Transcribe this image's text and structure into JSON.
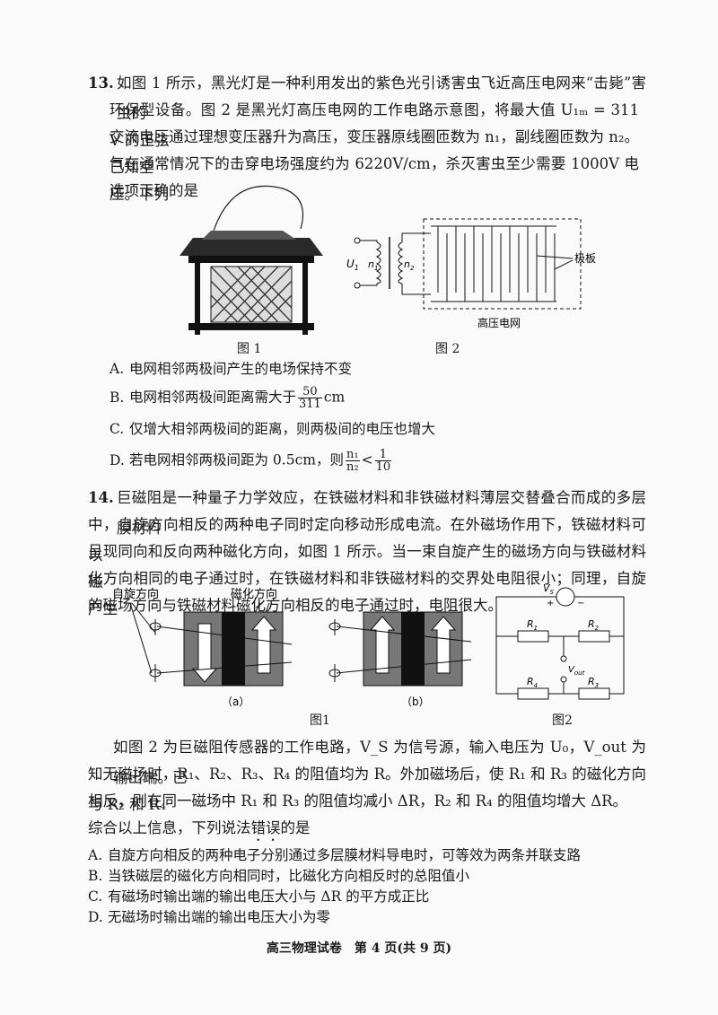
{
  "q13": {
    "number": "13.",
    "lines": [
      "如图 1 所示，黑光灯是一种利用发出的紫色光引诱害虫飞近高压电网来“击毙”害虫的",
      "环保型设备。图 2 是黑光灯高压电网的工作电路示意图，将最大值 U₁ₘ = 311 V 的正弦",
      "交流电压通过理想变压器升为高压，变压器原线圈匝数为 n₁，副线圈匝数为 n₂。已知空",
      "气在通常情况下的击穿电场强度约为 6220V/cm，杀灭害虫至少需要 1000V 电压。下列",
      "选项正确的是"
    ],
    "fig1_caption": "图 1",
    "fig2_caption": "图 2",
    "fig2_labels": {
      "u": "U",
      "u_sub": "1",
      "n1": "n",
      "n1_sub": "1",
      "n2": "n",
      "n2_sub": "2",
      "plate": "极板",
      "grid": "高压电网"
    },
    "options": {
      "A": {
        "key": "A.",
        "text": "电网相邻两极间产生的电场保持不变"
      },
      "B": {
        "key": "B.",
        "text": "电网相邻两极间距离需大于",
        "num": "50",
        "den": "311",
        "unit": "cm"
      },
      "C": {
        "key": "C.",
        "text": "仅增大相邻两极间的距离，则两极间的电压也增大"
      },
      "D": {
        "key": "D.",
        "text": "若电网相邻两极间距为 0.5cm，则",
        "num1": "n₁",
        "den1": "n₂",
        "rel": "<",
        "num2": "1",
        "den2": "10"
      }
    }
  },
  "q14": {
    "number": "14.",
    "lines": [
      "巨磁阻是一种量子力学效应，在铁磁材料和非铁磁材料薄层交替叠合而成的多层膜材料",
      "中，自旋方向相反的两种电子同时定向移动形成电流。在外磁场作用下，铁磁材料可以",
      "呈现同向和反向两种磁化方向，如图 1 所示。当一束自旋产生的磁场方向与铁磁材料磁",
      "化方向相同的电子通过时，在铁磁材料和非铁磁材料的交界处电阻很小；同理，自旋产生",
      "的磁场方向与铁磁材料磁化方向相反的电子通过时，电阻很大。"
    ],
    "fig_labels": {
      "spin": "自旋方向",
      "mag": "磁化方向",
      "a": "（a）",
      "b": "（b）"
    },
    "fig1_caption": "图1",
    "fig2_caption": "图2",
    "circuit": {
      "vs": "V",
      "vs_sub": "S",
      "plus": "+",
      "minus": "−",
      "r1": "R",
      "r1_sub": "1",
      "r2": "R",
      "r2_sub": "2",
      "r3": "R",
      "r3_sub": "3",
      "r4": "R",
      "r4_sub": "4",
      "vout": "V",
      "vout_sub": "out"
    },
    "para2": [
      "如图 2 为巨磁阻传感器的工作电路，V_S 为信号源，输入电压为 U₀，V_out 为输出端。已",
      "知无磁场时，R₁、R₂、R₃、R₄ 的阻值均为 R。外加磁场后，使 R₁ 和 R₃ 的磁化方向与 R₂ 和 R₄",
      "相反，则在同一磁场中 R₁ 和 R₃ 的阻值均减小 ΔR，R₂ 和 R₄ 的阻值均增大 ΔR。"
    ],
    "question_pre": "综合以上信息，下列说法",
    "question_emph": "错误",
    "question_post": "的是",
    "options": {
      "A": {
        "key": "A.",
        "text": "自旋方向相反的两种电子分别通过多层膜材料导电时，可等效为两条并联支路"
      },
      "B": {
        "key": "B.",
        "text": "当铁磁层的磁化方向相同时，比磁化方向相反时的总阻值小"
      },
      "C": {
        "key": "C.",
        "text": "有磁场时输出端的输出电压大小与 ΔR 的平方成正比"
      },
      "D": {
        "key": "D.",
        "text": "无磁场时输出端的输出电压大小为零"
      }
    }
  },
  "footer": "高三物理试卷　第 4 页(共 9 页)"
}
